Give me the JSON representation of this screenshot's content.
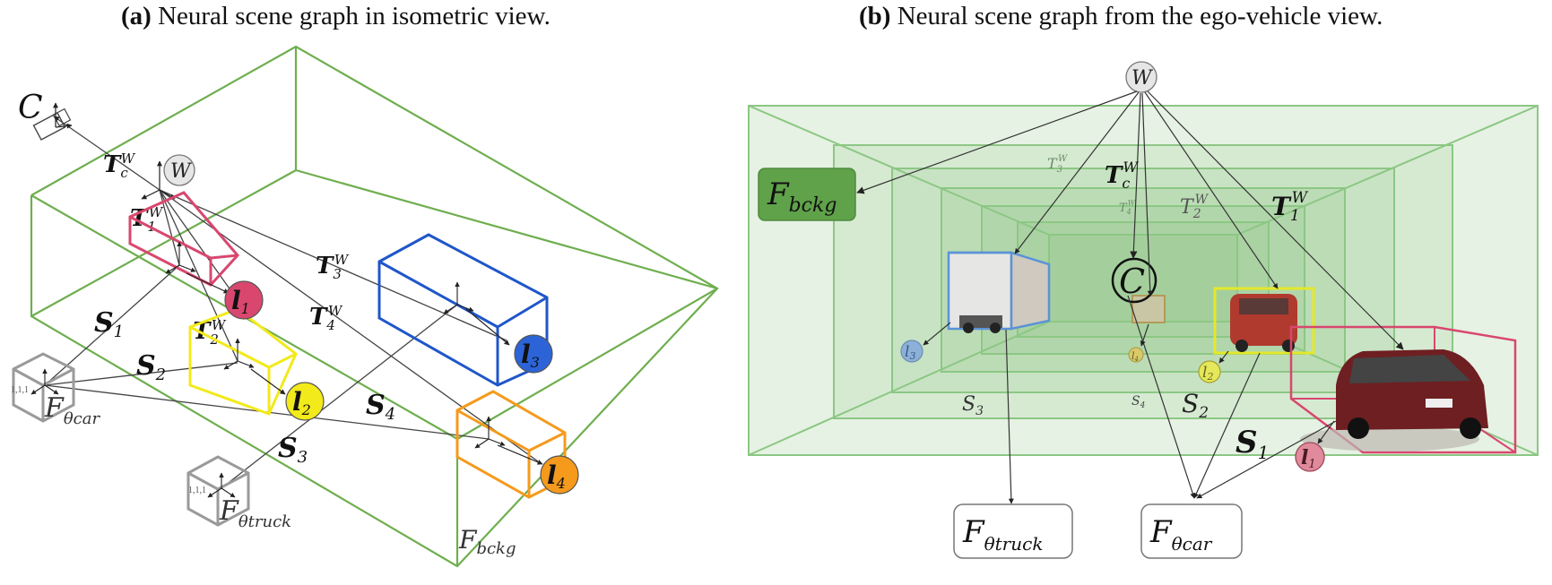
{
  "panel_a": {
    "label": "(a)",
    "title": "Neural scene graph in isometric view.",
    "nodes": {
      "camera": "C",
      "world": "W",
      "T_c": "T",
      "T_c_sub": "c",
      "T_c_sup": "W",
      "T_1": "T",
      "T_1_sub": "1",
      "T_1_sup": "W",
      "T_2": "T",
      "T_2_sub": "2",
      "T_2_sup": "W",
      "T_3": "T",
      "T_3_sub": "3",
      "T_3_sup": "W",
      "T_4": "T",
      "T_4_sub": "4",
      "T_4_sup": "W",
      "S_1": "S",
      "S_1_sub": "1",
      "S_2": "S",
      "S_2_sub": "2",
      "S_3": "S",
      "S_3_sub": "3",
      "S_4": "S",
      "S_4_sub": "4",
      "l_1": "l",
      "l_1_sub": "1",
      "l_2": "l",
      "l_2_sub": "2",
      "l_3": "l",
      "l_3_sub": "3",
      "l_4": "l",
      "l_4_sub": "4",
      "F_car": "F",
      "F_car_sub": "θcar",
      "F_truck": "F",
      "F_truck_sub": "θtruck",
      "F_bckg": "F",
      "F_bckg_sub": "bckg",
      "cube_label_car": "1,1,1",
      "cube_label_truck": "1,1,1"
    },
    "colors": {
      "scene_box": "#6fae4f",
      "car1": "#d9476f",
      "car2": "#f2ea1a",
      "truck3": "#1f56c9",
      "car4": "#f59a1c",
      "cube": "#9a9a9a"
    }
  },
  "panel_b": {
    "label": "(b)",
    "title": "Neural scene graph from the ego-vehicle view.",
    "nodes": {
      "world": "W",
      "F_bckg": "F",
      "F_bckg_sub": "bckg",
      "camera": "C",
      "T_c": "T",
      "T_c_sub": "c",
      "T_c_sup": "W",
      "T_1": "T",
      "T_1_sub": "1",
      "T_1_sup": "W",
      "T_2": "T",
      "T_2_sub": "2",
      "T_2_sup": "W",
      "T_3": "T",
      "T_3_sub": "3",
      "T_3_sup": "W",
      "T_4": "T",
      "T_4_sub": "4",
      "T_4_sup": "W",
      "S_1": "S",
      "S_1_sub": "1",
      "S_2": "S",
      "S_2_sub": "2",
      "S_3": "S",
      "S_3_sub": "3",
      "S_4": "S",
      "S_4_sub": "4",
      "l_1": "l",
      "l_1_sub": "1",
      "l_2": "l",
      "l_2_sub": "2",
      "l_3": "l",
      "l_3_sub": "3",
      "l_4": "l",
      "l_4_sub": "4",
      "F_truck": "F",
      "F_truck_sub": "θtruck",
      "F_car": "F",
      "F_car_sub": "θcar"
    },
    "colors": {
      "tunnel": "#7fc07a",
      "bckg_box": "#5fa24a",
      "truck_box": "#5b93d6",
      "car2_box": "#e4e82a",
      "car1_box": "#d9476f"
    }
  }
}
